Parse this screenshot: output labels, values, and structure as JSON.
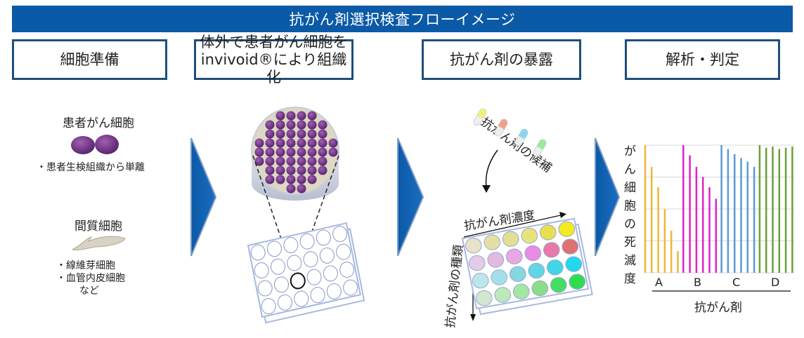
{
  "title": "抗がん剤選択検査フローイメージ",
  "steps": [
    {
      "label": "細胞準備"
    },
    {
      "label_line1": "体外で患者がん細胞を",
      "label_line2": "invivoid®により組織化"
    },
    {
      "label": "抗がん剤の暴露"
    },
    {
      "label": "解析・判定"
    }
  ],
  "cell_prep": {
    "cancer_cells_title": "患者がん細胞",
    "cancer_cells_note": "・患者生検組織から単離",
    "stromal_title": "間質細胞",
    "stromal_notes": [
      "・線維芽細胞",
      "・血管内皮細胞",
      "など"
    ]
  },
  "exposure": {
    "candidates_label": "抗がん剤の候補",
    "concentration_label": "抗がん剤濃度",
    "types_label": "抗がん剤の種類",
    "capsule_colors": [
      "#eef07a",
      "#f2a08e",
      "#8ed6f0",
      "#9fe6a0"
    ],
    "well_colors": [
      [
        "#e8e2c8",
        "#e4dfa6",
        "#e2df96",
        "#e8e27a",
        "#e8de52",
        "#f2ea22"
      ],
      [
        "#e2cce8",
        "#e2badf",
        "#e8a8e4",
        "#e88ae6",
        "#e67aa8",
        "#e07070"
      ],
      [
        "#bce6ec",
        "#a4e0ea",
        "#84d8e0",
        "#62d6e4",
        "#40d6e6",
        "#22d8f0"
      ],
      [
        "#d2e6d2",
        "#bce8bc",
        "#a4e6a4",
        "#8ade8a",
        "#44de60",
        "#30dc4e"
      ]
    ]
  },
  "chart_data": {
    "type": "bar",
    "ylabel": "がん細胞の死滅度",
    "xlabel": "抗がん剤",
    "categories": [
      "A",
      "B",
      "C",
      "D"
    ],
    "ylim": [
      0,
      100
    ],
    "grid": true,
    "series": [
      {
        "category": "A",
        "color": "#f0b63a",
        "values": [
          100,
          83,
          67,
          50,
          33,
          17
        ]
      },
      {
        "category": "B",
        "color": "#e020c8",
        "values": [
          100,
          92,
          83,
          75,
          67,
          58
        ]
      },
      {
        "category": "C",
        "color": "#5a9ad6",
        "values": [
          100,
          97,
          93,
          90,
          87,
          83
        ]
      },
      {
        "category": "D",
        "color": "#6aa03a",
        "values": [
          100,
          98,
          99,
          97,
          98,
          99
        ]
      }
    ]
  },
  "colors": {
    "title_bar": "#0b5aa7",
    "step_border": "#1f4e79",
    "arrow": "#0b5aa7"
  }
}
